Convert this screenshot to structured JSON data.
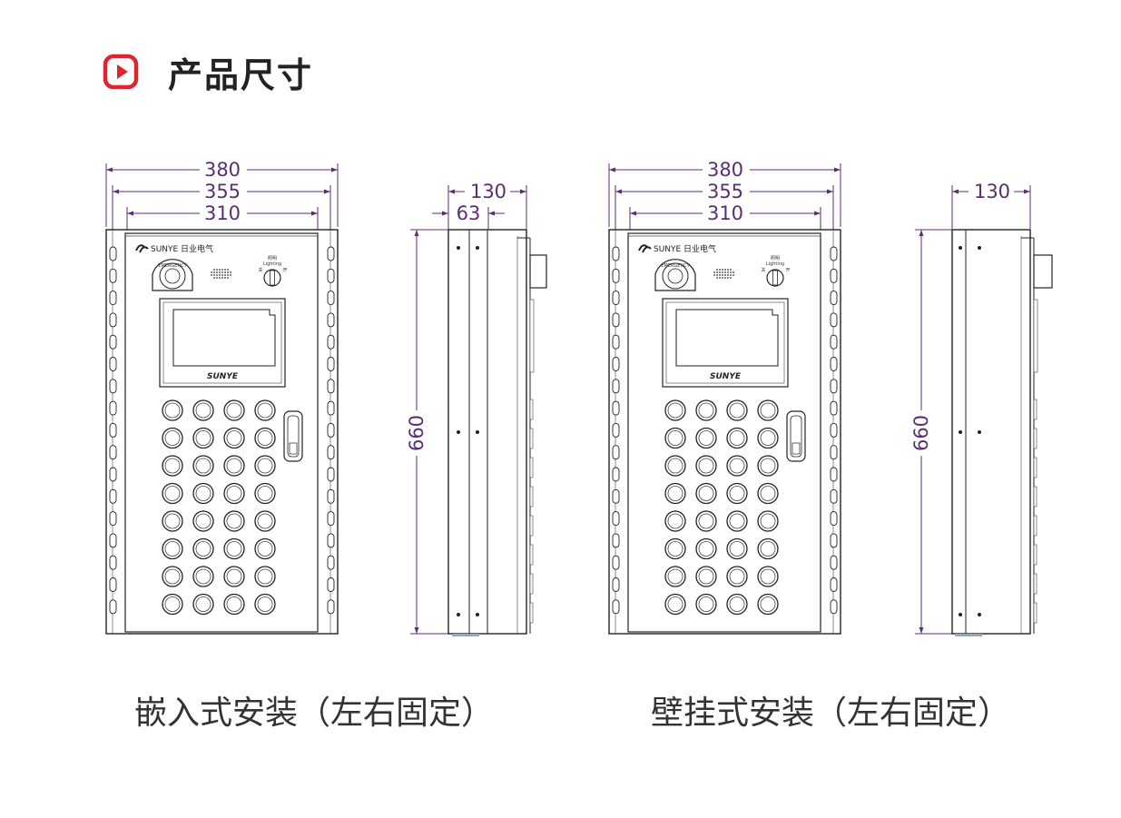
{
  "header": {
    "title": "产品尺寸",
    "icon": "play-icon",
    "accent_color": "#e0232e"
  },
  "brand": {
    "logo_text": "SUNYE",
    "company_name": "日业电气",
    "screen_label": "SUNYE",
    "estop_label": "EMERGENCY",
    "switch_top": "照明",
    "switch_sub": "Lighting",
    "switch_left": "关",
    "switch_right": "开"
  },
  "dimension_color": "#5b2d74",
  "left_view": {
    "caption": "嵌入式安装（左右固定）",
    "front": {
      "w1": "380",
      "w2": "355",
      "w3": "310"
    },
    "side": {
      "depth": "130",
      "flange": "63",
      "height": "660"
    }
  },
  "right_view": {
    "caption": "壁挂式安装（左右固定）",
    "front": {
      "w1": "380",
      "w2": "355",
      "w3": "310"
    },
    "side": {
      "depth": "130",
      "height": "660"
    }
  },
  "button_grid": {
    "rows": 8,
    "cols": 4
  }
}
